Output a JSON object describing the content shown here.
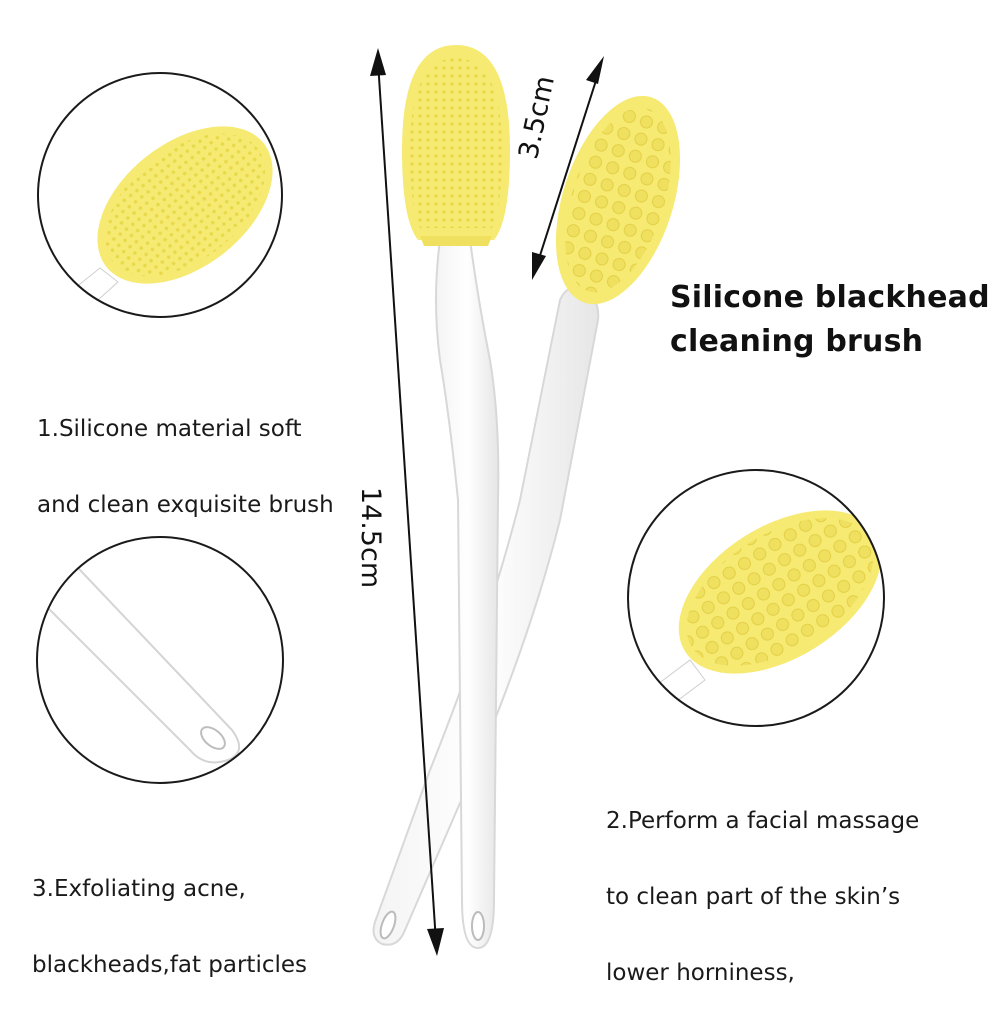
{
  "title": {
    "line1": "Silicone blackhead",
    "line2": "cleaning brush"
  },
  "features": [
    {
      "line1": "1.Silicone material soft",
      "line2": "and clean exquisite brush"
    },
    {
      "line1": "2.Perform a facial massage",
      "line2": "to clean part of the skin’s",
      "line3": "lower horniness,"
    },
    {
      "line1": "3.Exfoliating acne,",
      "line2": "blackheads,fat particles"
    }
  ],
  "dimensions": {
    "length": "14.5cm",
    "head_width": "3.5cm"
  },
  "colors": {
    "silicone_yellow": "#f6ea72",
    "handle_white": "#ffffff",
    "outline": "#1a1a1a"
  }
}
